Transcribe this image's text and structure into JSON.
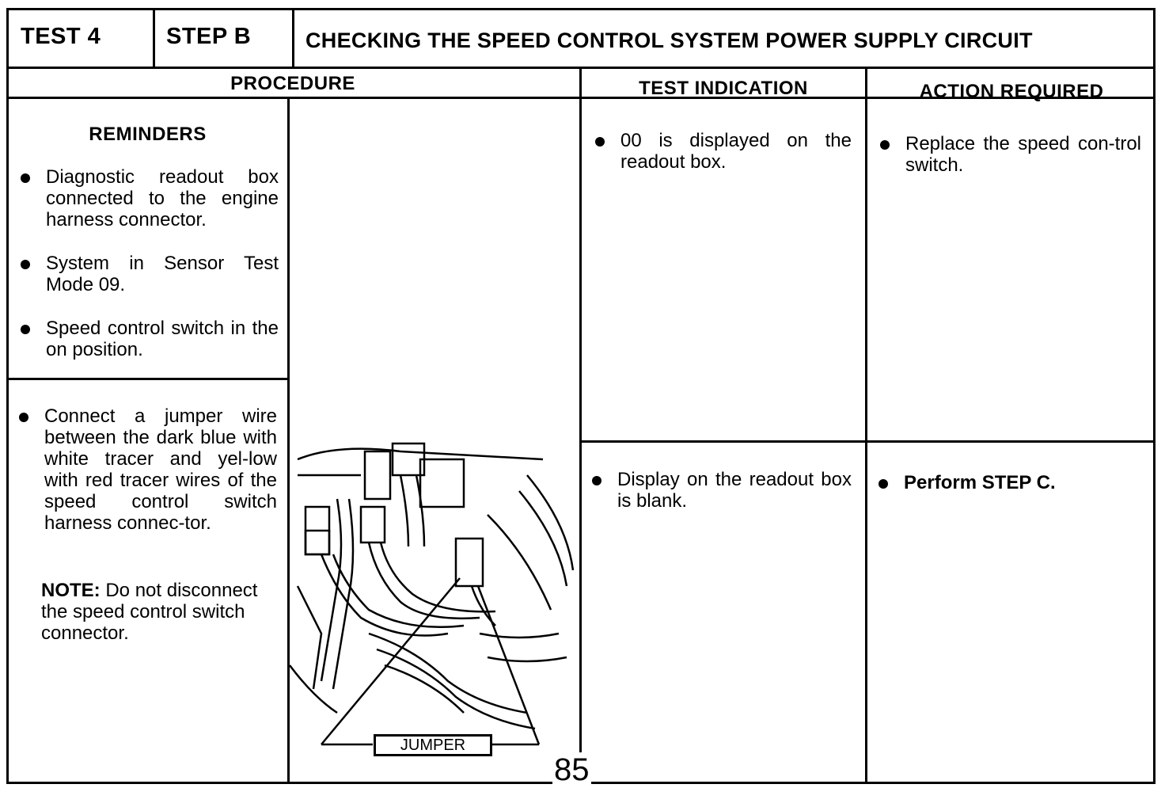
{
  "header": {
    "test": "TEST 4",
    "step": "STEP B",
    "title": "CHECKING THE SPEED CONTROL SYSTEM POWER SUPPLY CIRCUIT"
  },
  "columns": {
    "procedure": "PROCEDURE",
    "test_indication": "TEST INDICATION",
    "action_required": "ACTION REQUIRED"
  },
  "reminders": {
    "title": "REMINDERS",
    "items": [
      "Diagnostic readout box connected to the engine harness connector.",
      "System in Sensor Test Mode 09.",
      "Speed control switch in the on position."
    ]
  },
  "procedure": {
    "items": [
      "Connect a jumper wire between the dark blue with white tracer and yel-low with red tracer wires of the speed control switch harness connec-tor."
    ],
    "note_label": "NOTE:",
    "note_text": " Do not disconnect the speed control switch connector."
  },
  "figure": {
    "label": "JUMPER"
  },
  "rows": [
    {
      "indication": "00 is displayed on the readout box.",
      "action": "Replace the speed con-trol switch."
    },
    {
      "indication": "Display on the readout box is blank.",
      "action": "Perform STEP C."
    }
  ],
  "page_number": "85"
}
